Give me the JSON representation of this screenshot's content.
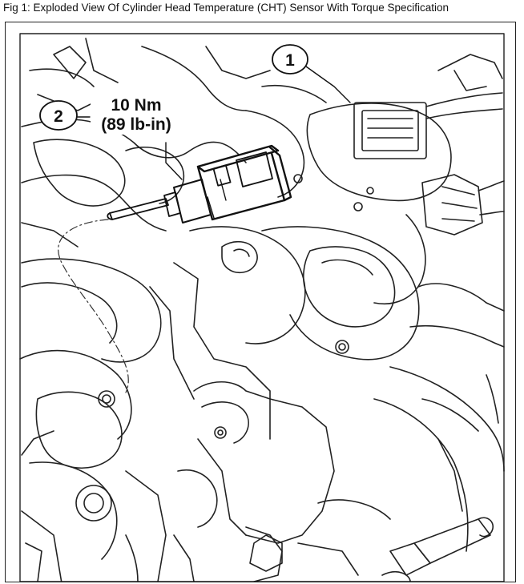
{
  "figure": {
    "caption": "Fig 1: Exploded View Of Cylinder Head Temperature (CHT) Sensor With Torque Specification",
    "callouts": [
      {
        "number": "1"
      },
      {
        "number": "2"
      }
    ],
    "torque": {
      "metric": "10 Nm",
      "imperial": "(89 lb-in)"
    }
  }
}
